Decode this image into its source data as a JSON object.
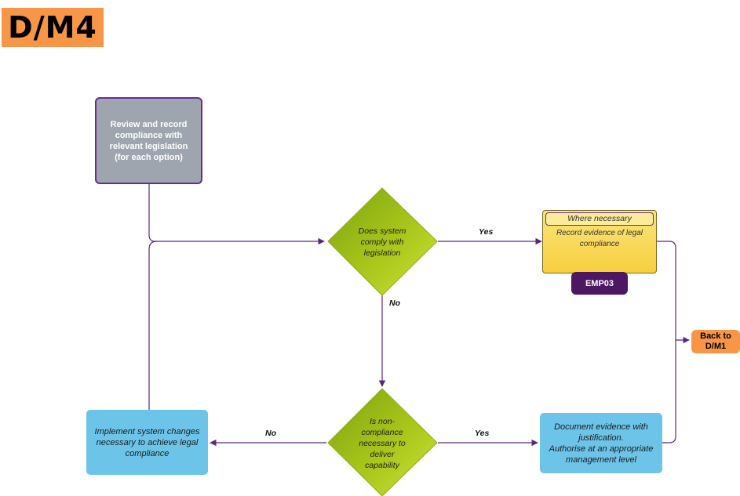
{
  "title": "D/M4",
  "nodes": {
    "review": "Review and record compliance with relevant legislation (for each option)",
    "decision_comply": "Does system comply with legislation",
    "where_necessary": "Where necessary",
    "record_evidence": "Record evidence of legal compliance",
    "emp_code": "EMP03",
    "back_to": "Back to D/M1",
    "decision_noncompliance": "Is non-compliance necessary to deliver capability",
    "implement": "Implement system changes necessary to achieve legal compliance",
    "document_line1": "Document evidence with justification.",
    "document_line2": "Authorise at an appropriate management level"
  },
  "edge_labels": {
    "yes_top": "Yes",
    "no_down": "No",
    "no_left": "No",
    "yes_bottom": "Yes"
  },
  "colors": {
    "title_bg": "#f79646",
    "start_fill": "#9ea5ae",
    "start_border": "#6b2c91",
    "diamond_fill": "#a8c414",
    "box_blue": "#6cc5e9",
    "box_yellow": "#f7cf3f",
    "emp_badge": "#4e1763",
    "connector": "#6b2c91",
    "back_badge": "#f79646"
  }
}
